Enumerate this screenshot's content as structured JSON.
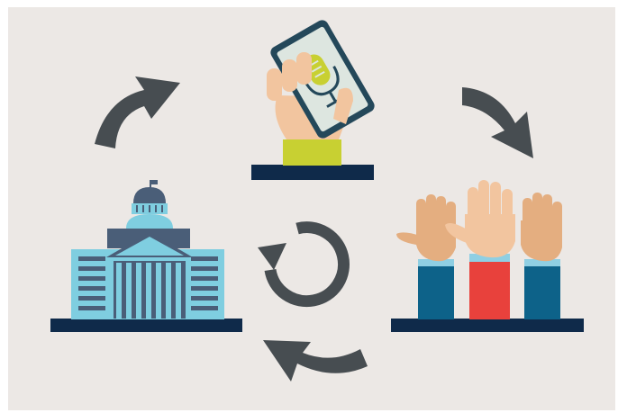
{
  "diagram": {
    "kind": "cycle",
    "nodes": [
      {
        "id": "phone",
        "icon": "phone-microphone-icon"
      },
      {
        "id": "hands",
        "icon": "raised-hands-icon"
      },
      {
        "id": "building",
        "icon": "government-building-icon"
      }
    ],
    "cycle_arrows": [
      "phone-to-hands",
      "hands-to-building",
      "building-to-phone"
    ],
    "center_icon": "refresh-icon"
  },
  "colors": {
    "background": "#ECE8E5",
    "arrow": "#474D51",
    "platform": "#0F2A4A",
    "phone_body": "#24485A",
    "phone_screen": "#DDE6E0",
    "mic": "#C8D032",
    "skin_light": "#F2C59F",
    "skin_mid": "#E4AE80",
    "sleeve_blue": "#0D6289",
    "sleeve_red": "#E8413C",
    "cuff": "#8FCFE3",
    "building_light": "#7FCEE0",
    "building_dark": "#4A5E78"
  }
}
